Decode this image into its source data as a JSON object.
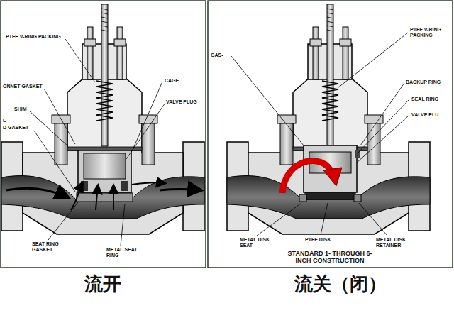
{
  "diagram": {
    "labels": [
      "PTFE V-RING PACKING",
      "ONNET GASKET",
      "SHIM",
      "L",
      "D GASKET",
      "CAGE",
      "VALVE PLUG",
      "SEAT RING GASKET",
      "METAL SEAT RING",
      "GAS-",
      "PTFE V-RING PACKING",
      "BACKUP RING",
      "SEAL RING",
      "VALVE PLU",
      "METAL DISK SEAT",
      "PTFE DISK",
      "METAL DISK RETAINER",
      "STANDARD 1- THROUGH 6-INCH CONSTRUCTION",
      "流开",
      "流关（闭）"
    ]
  }
}
